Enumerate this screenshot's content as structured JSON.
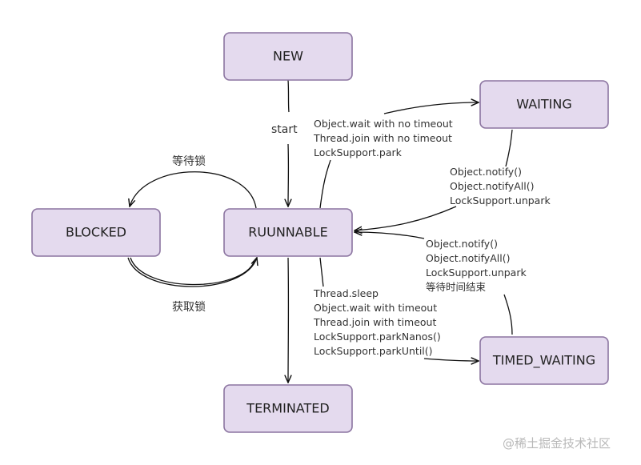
{
  "states": {
    "new": "NEW",
    "waiting": "WAITING",
    "blocked": "BLOCKED",
    "runnable": "RUUNNABLE",
    "timed_waiting": "TIMED_WAITING",
    "terminated": "TERMINATED"
  },
  "transitions": {
    "start": "start",
    "to_waiting": [
      "Object.wait with no timeout",
      "Thread.join with no timeout",
      "LockSupport.park"
    ],
    "from_waiting": [
      "Object.notify()",
      "Object.notifyAll()",
      "LockSupport.unpark"
    ],
    "from_timed_waiting": [
      "Object.notify()",
      "Object.notifyAll()",
      "LockSupport.unpark",
      "等待时间结束"
    ],
    "to_timed_waiting": [
      "Thread.sleep",
      "Object.wait with timeout",
      "Thread.join with timeout",
      "LockSupport.parkNanos()",
      "LockSupport.parkUntil()"
    ],
    "wait_lock": "等待锁",
    "acquire_lock": "获取锁"
  },
  "watermark": "@稀土掘金技术社区",
  "colors": {
    "box_fill": "#e4daee",
    "box_stroke": "#8b74a0",
    "edge": "#111111"
  }
}
